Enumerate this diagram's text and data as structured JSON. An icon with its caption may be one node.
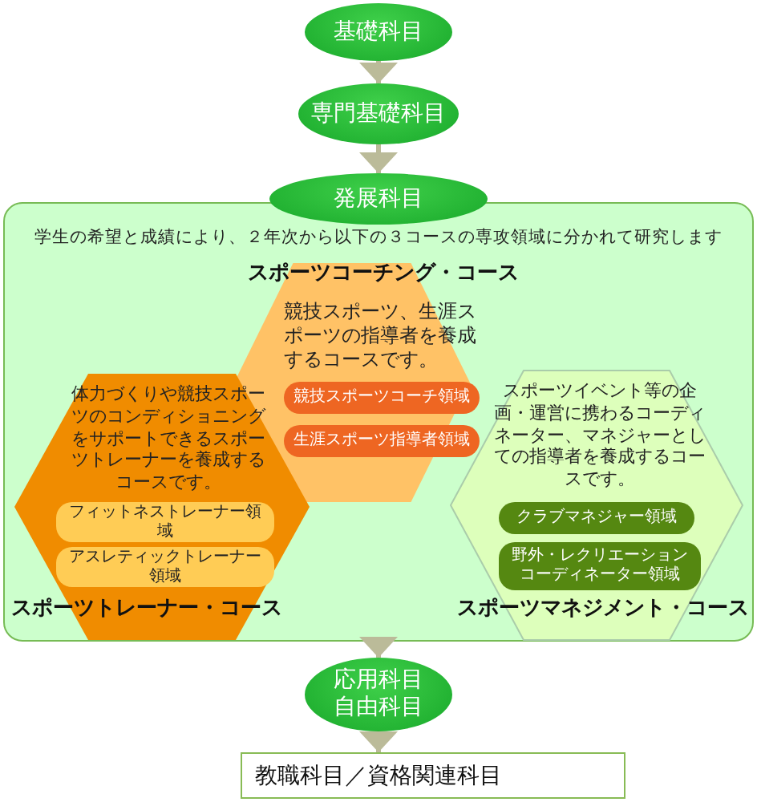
{
  "diagram": {
    "nodes": [
      {
        "text": [
          "基礎科目"
        ]
      },
      {
        "text": [
          "専門基礎科目"
        ]
      },
      {
        "text": [
          "発展科目"
        ]
      },
      {
        "text": [
          "学生の希望と成績により、２年次から以下の３コースの専攻領域に分かれて研究します"
        ]
      },
      {
        "text": [
          "スポーツコーチング・コース",
          "競技スポーツ、生涯スポーツの指導者を養成するコースです。"
        ],
        "in": 3
      },
      {
        "text": [
          "競技スポーツコーチ領域"
        ],
        "in": 4
      },
      {
        "text": [
          "生涯スポーツ指導者領域"
        ],
        "in": 4
      },
      {
        "text": [
          "体力づくりや競技スポーツのコンディショニングをサポートできるスポーツトレーナーを養成するコースです。",
          "スポーツトレーナー・コース"
        ],
        "in": 3
      },
      {
        "text": [
          "フィットネストレーナー領域"
        ],
        "in": 7
      },
      {
        "text": [
          "アスレティックトレーナー領域"
        ],
        "in": 7
      },
      {
        "text": [
          "スポーツイベント等の企画・運営に携わるコーディネーター、マネジャーとしての指導者を養成するコースです。",
          "スポーツマネジメント・コース"
        ],
        "in": 3
      },
      {
        "text": [
          "クラブマネジャー領域"
        ],
        "in": 10
      },
      {
        "text": [
          "野外・レクリエーションコーディネーター領域"
        ],
        "in": 10
      },
      {
        "text": [
          "応用科目",
          "自由科目"
        ]
      },
      {
        "text": [
          "教職科目／資格関連科目"
        ]
      }
    ],
    "edges": [
      {
        "from": 0,
        "to": 1,
        "arrow": "to"
      },
      {
        "from": 1,
        "to": 2,
        "arrow": "to"
      },
      {
        "from": 3,
        "to": 13,
        "arrow": "to"
      },
      {
        "from": 13,
        "to": 14,
        "arrow": "to"
      }
    ]
  }
}
